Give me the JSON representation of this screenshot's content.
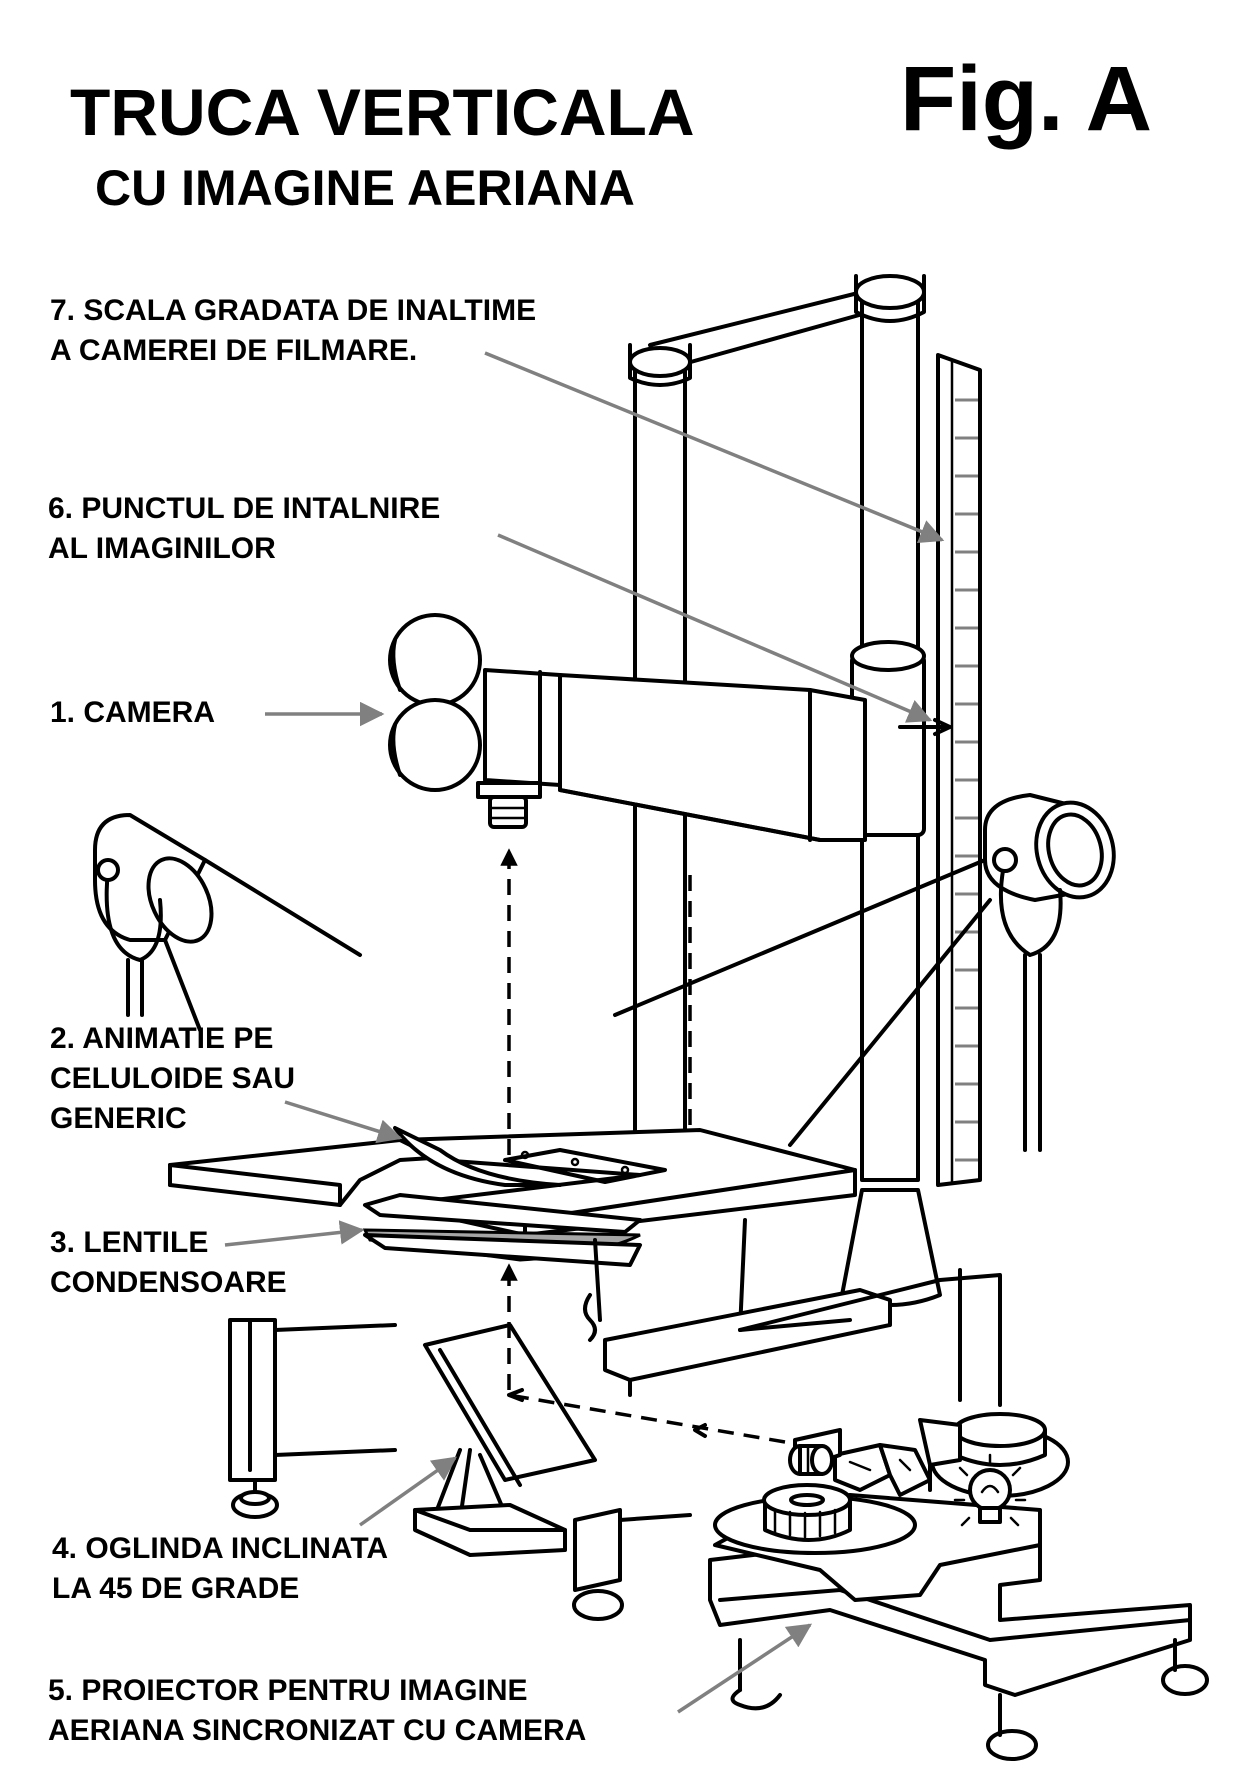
{
  "title": {
    "main": "TRUCA VERTICALA",
    "sub": "CU IMAGINE AERIANA",
    "figure": "Fig. A"
  },
  "labels": {
    "scale": [
      "7. SCALA GRADATA DE INALTIME",
      "A CAMEREI DE FILMARE."
    ],
    "meeting_point": [
      "6. PUNCTUL DE INTALNIRE",
      "AL IMAGINILOR"
    ],
    "camera": [
      "1. CAMERA"
    ],
    "animation": [
      "2. ANIMATIE PE",
      "CELULOIDE SAU",
      "GENERIC"
    ],
    "lenses": [
      "3. LENTILE",
      "CONDENSOARE"
    ],
    "mirror": [
      "4. OGLINDA INCLINATA",
      "LA 45 DE GRADE"
    ],
    "projector": [
      "5. PROIECTOR PENTRU IMAGINE",
      "AERIANA SINCRONIZAT CU CAMERA"
    ]
  },
  "colors": {
    "ink": "#000000",
    "leader": "#808080",
    "paper": "#ffffff",
    "shade": "#a6a6a6"
  },
  "icons": [
    "camera-icon",
    "lamp-icon",
    "light-bulb-icon",
    "film-reel-icon",
    "mirror-icon"
  ]
}
